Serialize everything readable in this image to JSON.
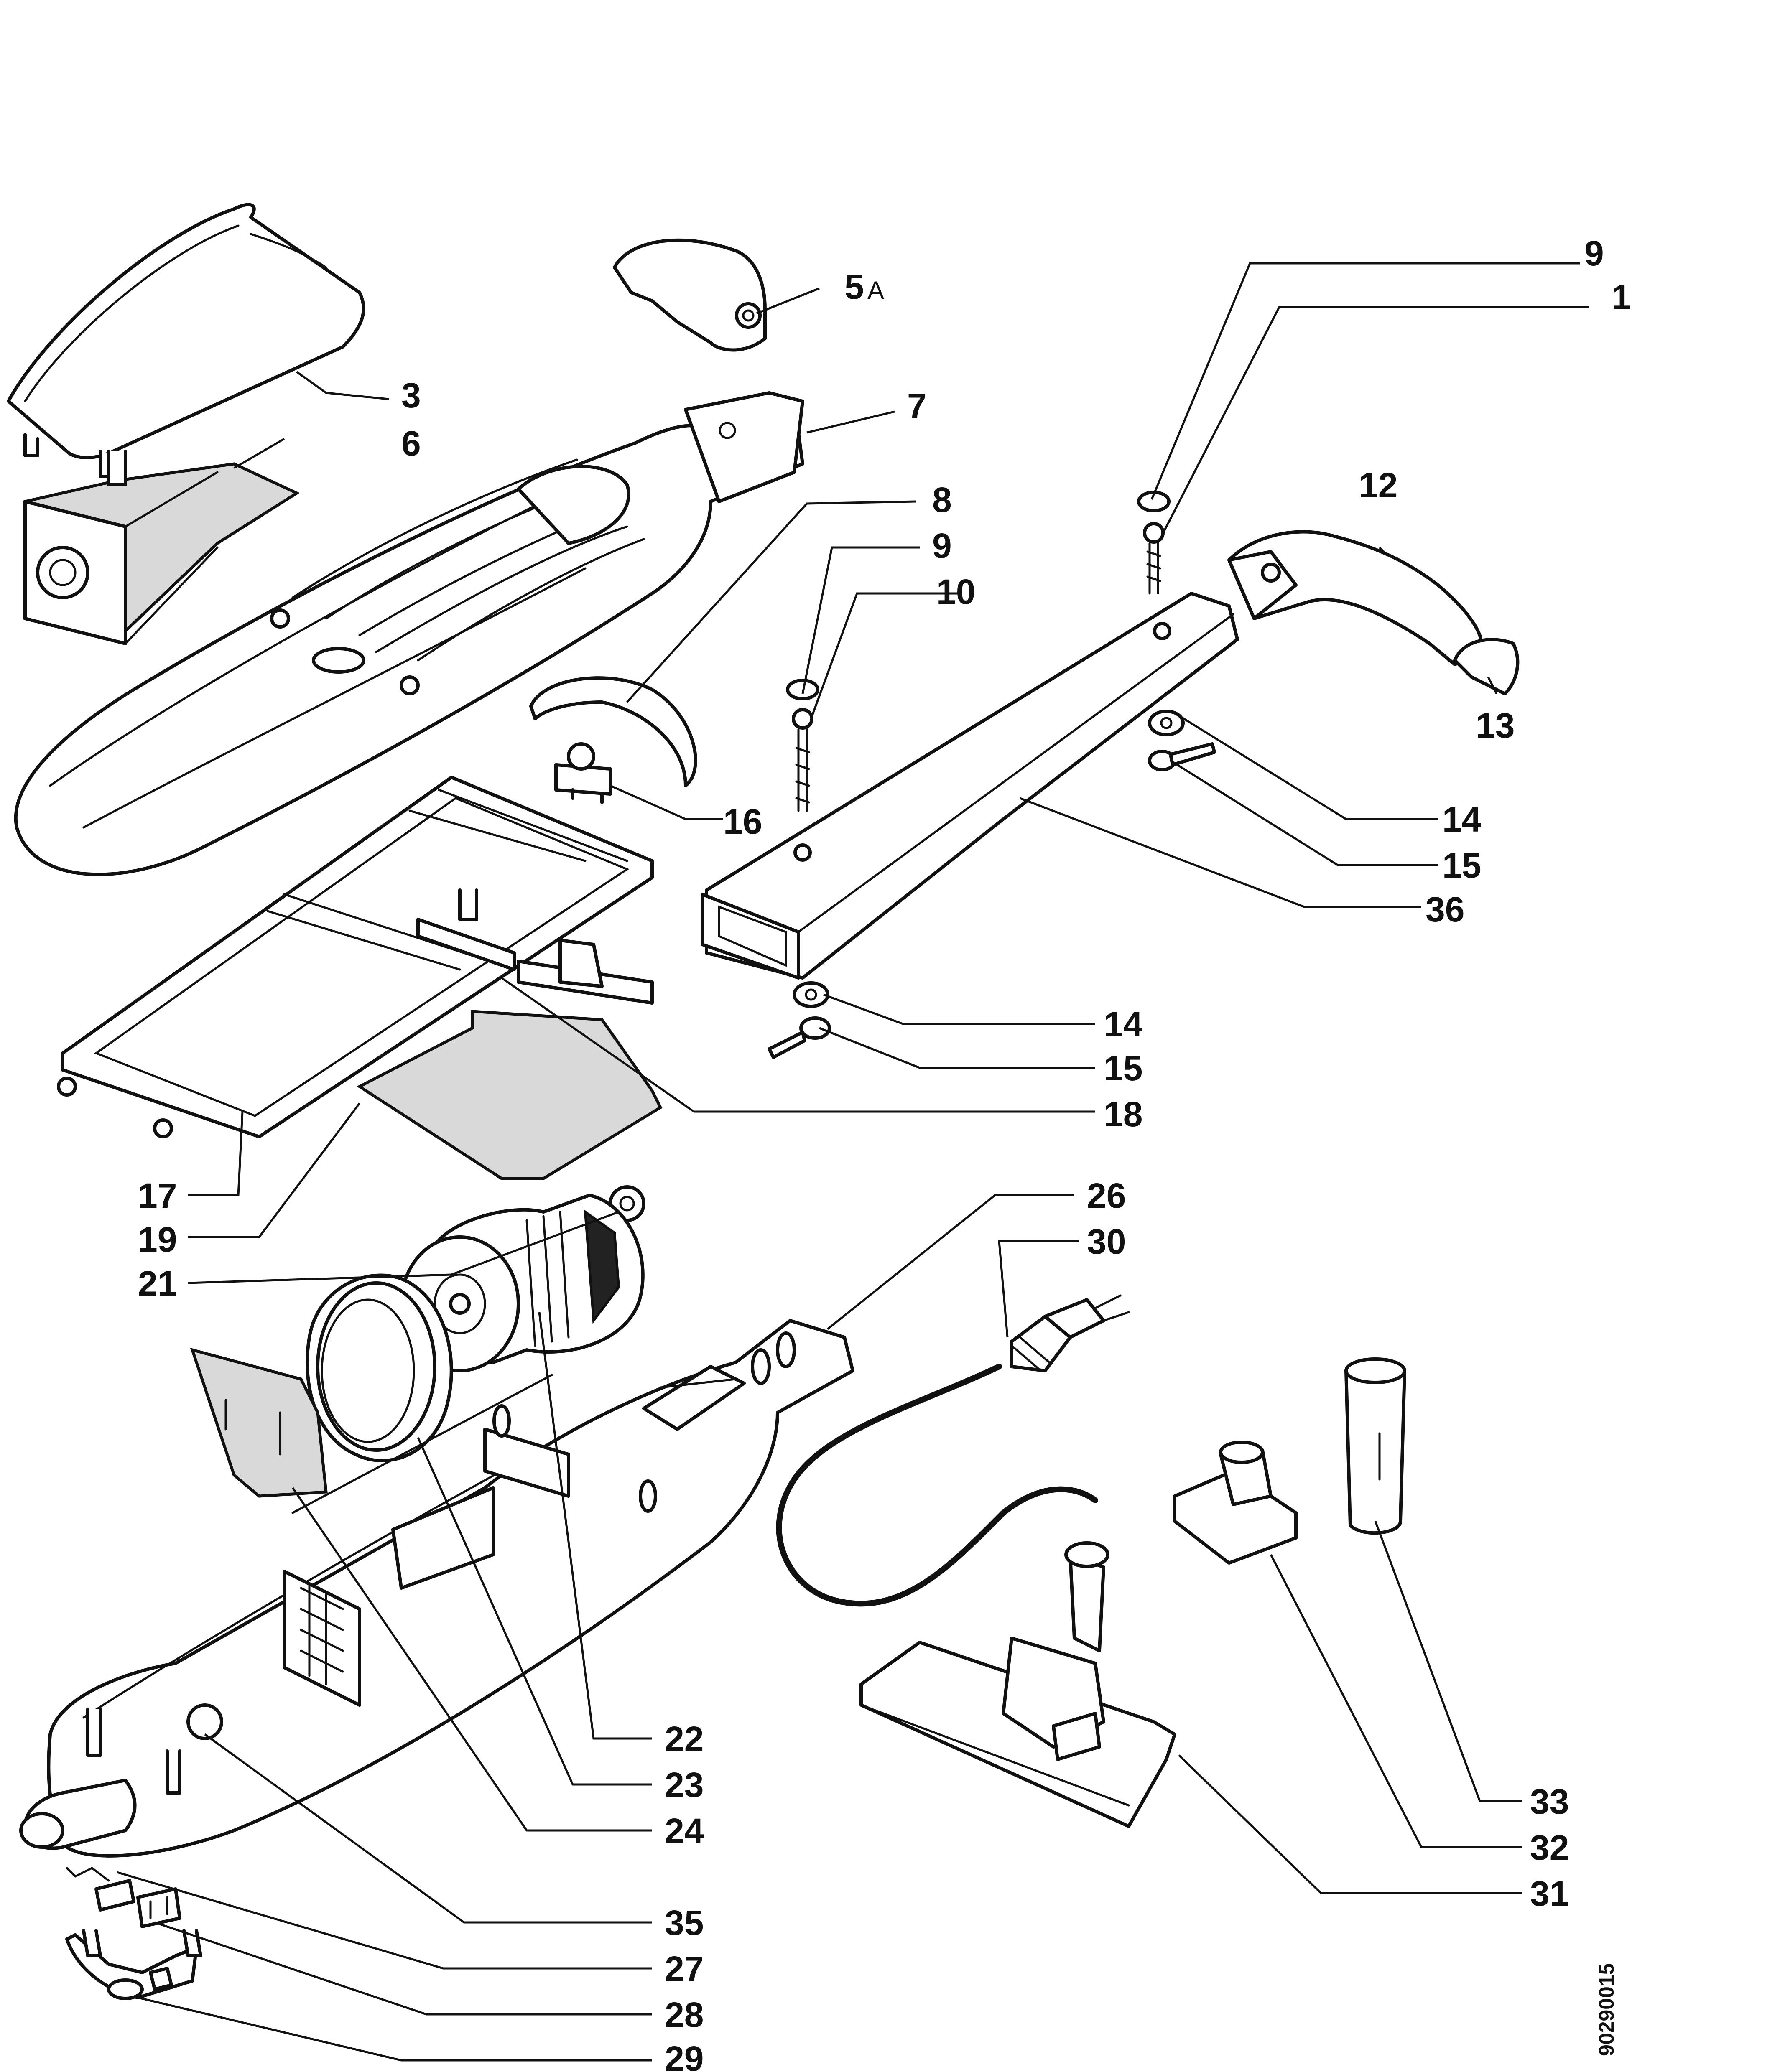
{
  "callouts": {
    "n1": "1",
    "n3": "3",
    "n5": "5",
    "n5_suffix": "A",
    "n6": "6",
    "n7": "7",
    "n8": "8",
    "n9a": "9",
    "n9b": "9",
    "n10": "10",
    "n12": "12",
    "n13": "13",
    "n14a": "14",
    "n14b": "14",
    "n15a": "15",
    "n15b": "15",
    "n16": "16",
    "n17": "17",
    "n18": "18",
    "n19": "19",
    "n21": "21",
    "n22": "22",
    "n23": "23",
    "n24": "24",
    "n26": "26",
    "n27": "27",
    "n28": "28",
    "n29": "29",
    "n30": "30",
    "n31": "31",
    "n32": "32",
    "n33": "33",
    "n35": "35",
    "n36": "36"
  },
  "doc_id": "90290015"
}
